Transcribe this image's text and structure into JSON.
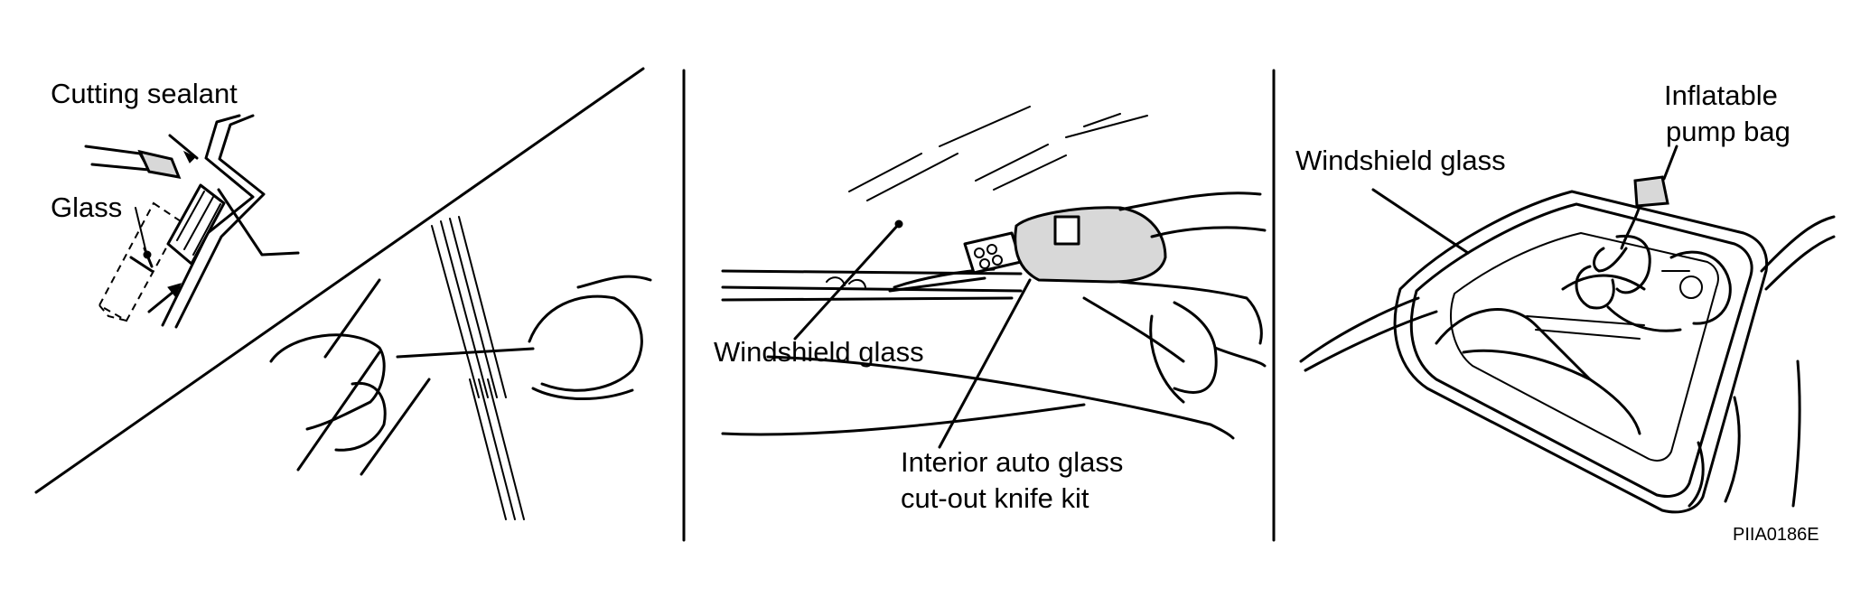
{
  "panel_left": {
    "label_cutting_sealant": "Cutting sealant",
    "label_glass": "Glass"
  },
  "panel_middle": {
    "label_windshield_glass": "Windshield glass",
    "label_knife_kit_line1": "Interior auto glass",
    "label_knife_kit_line2": "cut-out knife kit"
  },
  "panel_right": {
    "label_windshield_glass": "Windshield glass",
    "label_pump_bag_line1": "Inflatable",
    "label_pump_bag_line2": "pump bag"
  },
  "figure_code": "PIIA0186E"
}
